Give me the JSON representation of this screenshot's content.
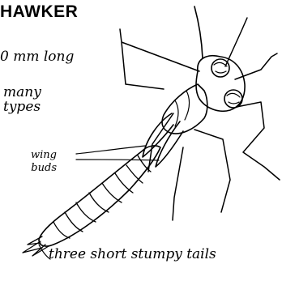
{
  "title": "HAWKER",
  "length_note": "0 mm long",
  "types_note": [
    "many",
    "types"
  ],
  "wing_label": [
    "wing",
    "buds"
  ],
  "tails_label": "three short stumpy tails",
  "colors": {
    "ink": "#000000",
    "paper": "#ffffff"
  }
}
